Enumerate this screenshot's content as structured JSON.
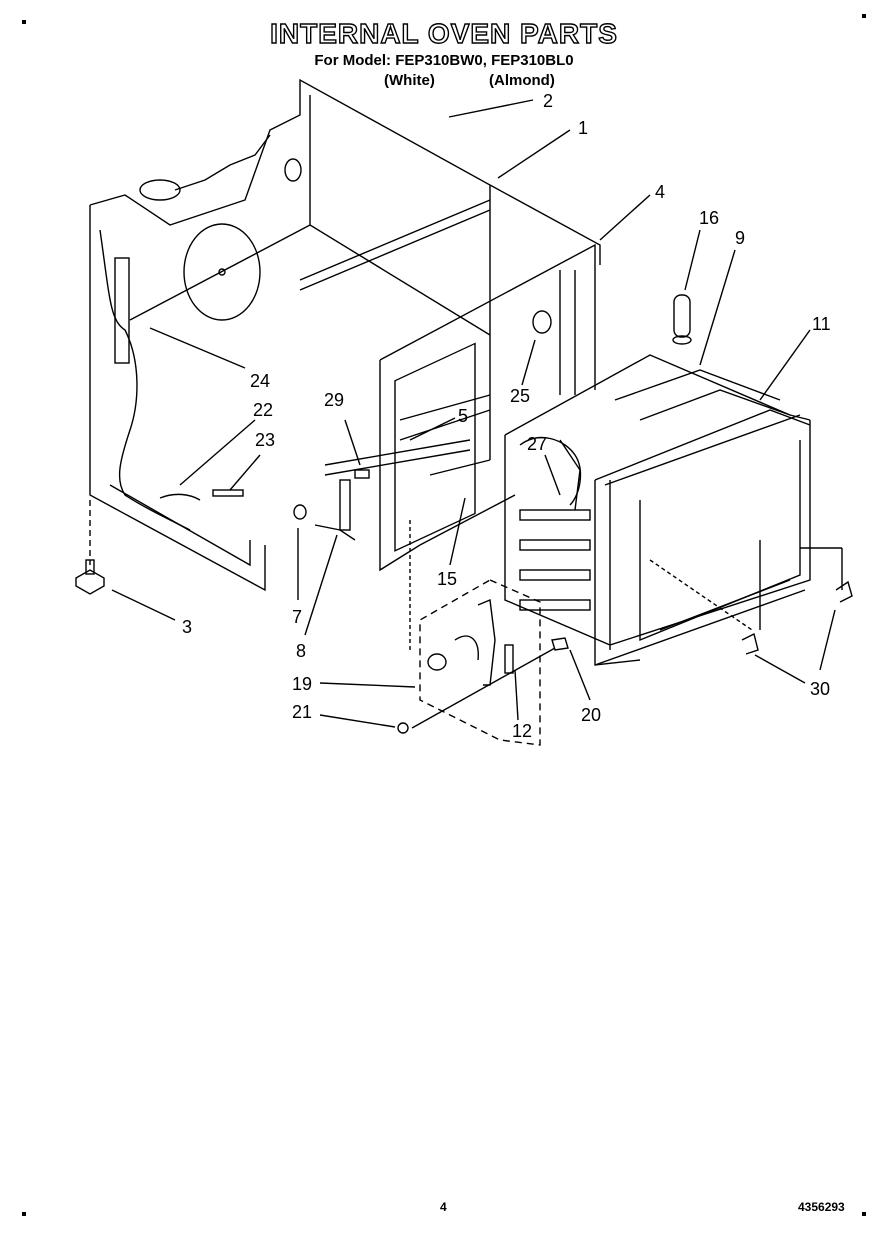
{
  "header": {
    "title": "INTERNAL OVEN PARTS",
    "model_line": "For Model: FEP310BW0, FEP310BL0",
    "variant_white": "(White)",
    "variant_almond": "(Almond)"
  },
  "callouts": [
    "1",
    "2",
    "3",
    "4",
    "5",
    "7",
    "8",
    "9",
    "11",
    "12",
    "15",
    "16",
    "19",
    "20",
    "21",
    "22",
    "23",
    "24",
    "25",
    "27",
    "29",
    "30"
  ],
  "footer": {
    "page_number": "4",
    "doc_number": "4356293"
  }
}
